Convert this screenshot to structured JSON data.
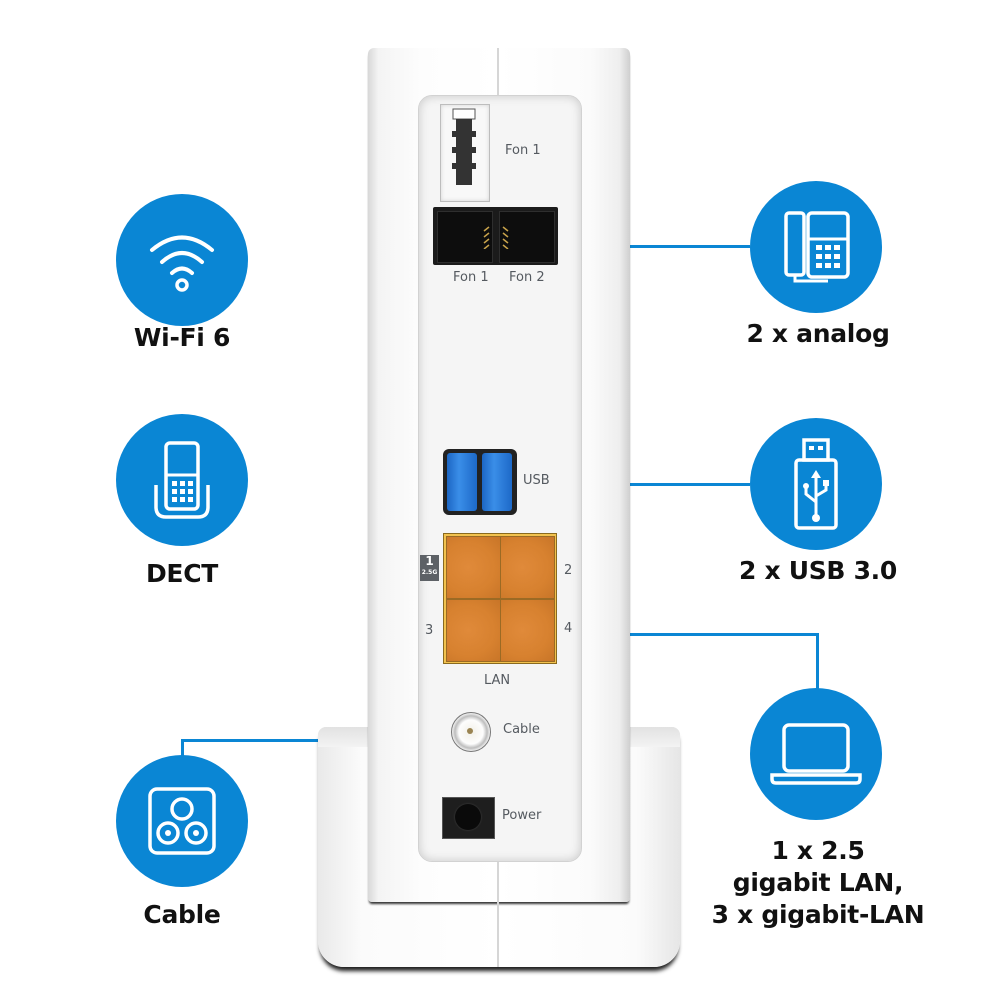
{
  "colors": {
    "accent": "#0a86d4",
    "label_text": "#111111",
    "port_label_text": "#555a60"
  },
  "features_left": [
    {
      "id": "wifi",
      "icon": "wifi-icon",
      "label": "Wi-Fi 6"
    },
    {
      "id": "dect",
      "icon": "cordless-phone-icon",
      "label": "DECT"
    },
    {
      "id": "cable",
      "icon": "coax-socket-icon",
      "label": "Cable"
    }
  ],
  "features_right": [
    {
      "id": "analog",
      "icon": "desk-phone-icon",
      "label": "2 x analog"
    },
    {
      "id": "usb",
      "icon": "usb-stick-icon",
      "label": "2 x USB 3.0"
    },
    {
      "id": "lan",
      "icon": "laptop-icon",
      "label_lines": [
        "1 x 2.5",
        "gigabit LAN,",
        "3 x gigabit-LAN"
      ]
    }
  ],
  "device": {
    "ports": {
      "fon_adapter_label": "Fon 1",
      "rj11_labels": [
        "Fon 1",
        "Fon 2"
      ],
      "usb_label": "USB",
      "lan_label": "LAN",
      "lan_numbers": [
        "2",
        "3",
        "4"
      ],
      "lan_badge_number": "1",
      "lan_badge_speed": "2.5G",
      "cable_label": "Cable",
      "power_label": "Power"
    }
  }
}
